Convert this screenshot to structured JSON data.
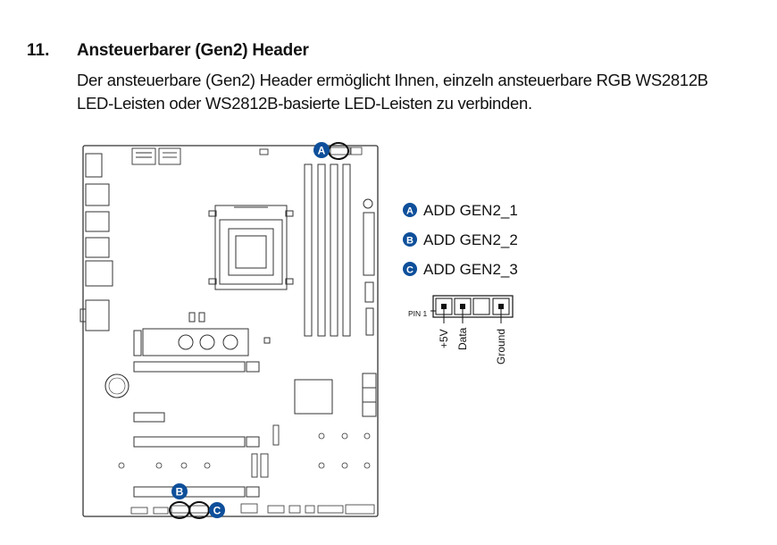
{
  "section": {
    "number": "11.",
    "title": "Ansteuerbarer (Gen2) Header",
    "description": "Der ansteuerbare (Gen2) Header ermöglicht Ihnen, einzeln ansteuerbare RGB WS2812B LED-Leisten oder WS2812B-basierte LED-Leisten zu verbinden."
  },
  "callouts": [
    {
      "letter": "A",
      "label": "ADD GEN2_1"
    },
    {
      "letter": "B",
      "label": "ADD GEN2_2"
    },
    {
      "letter": "C",
      "label": "ADD GEN2_3"
    }
  ],
  "pinout": {
    "pin1_label": "PIN 1",
    "pins": [
      "+5V",
      "Data",
      "",
      "Ground"
    ]
  },
  "colors": {
    "callout_blue": "#0e4f9a",
    "line": "#333333"
  }
}
